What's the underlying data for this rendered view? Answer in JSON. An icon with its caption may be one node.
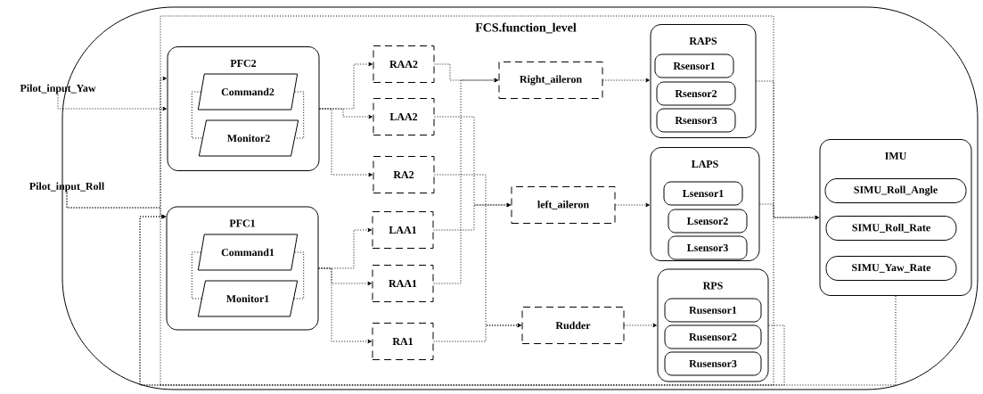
{
  "diagram": {
    "nodes": [
      {
        "text": [],
        "shape": "box"
      },
      {
        "text": [
          "FCS.function_level"
        ],
        "in": 0
      },
      {
        "text": [
          "Pilot_input_Yaw"
        ]
      },
      {
        "text": [
          "Pilot_input_Roll"
        ]
      },
      {
        "text": [
          "PFC2"
        ],
        "in": 1
      },
      {
        "text": [
          "Command2"
        ],
        "in": 4
      },
      {
        "text": [
          "Monitor2"
        ],
        "in": 4
      },
      {
        "text": [
          "PFC1"
        ],
        "in": 1
      },
      {
        "text": [
          "Command1"
        ],
        "in": 7
      },
      {
        "text": [
          "Monitor1"
        ],
        "in": 7
      },
      {
        "text": [
          "RAA2"
        ],
        "in": 1
      },
      {
        "text": [
          "LAA2"
        ],
        "in": 1
      },
      {
        "text": [
          "RA2"
        ],
        "in": 1
      },
      {
        "text": [
          "LAA1"
        ],
        "in": 1
      },
      {
        "text": [
          "RAA1"
        ],
        "in": 1
      },
      {
        "text": [
          "RA1"
        ],
        "in": 1
      },
      {
        "text": [
          "Right_aileron"
        ],
        "in": 1
      },
      {
        "text": [
          "left_aileron"
        ],
        "in": 1
      },
      {
        "text": [
          "Rudder"
        ],
        "in": 1
      },
      {
        "text": [
          "RAPS"
        ],
        "in": 1
      },
      {
        "text": [
          "Rsensor1"
        ],
        "in": 19
      },
      {
        "text": [
          "Rsensor2"
        ],
        "in": 19
      },
      {
        "text": [
          "Rsensor3"
        ],
        "in": 19
      },
      {
        "text": [
          "LAPS"
        ],
        "in": 1
      },
      {
        "text": [
          "Lsensor1"
        ],
        "in": 23
      },
      {
        "text": [
          "Lsensor2"
        ],
        "in": 23
      },
      {
        "text": [
          "Lsensor3"
        ],
        "in": 23
      },
      {
        "text": [
          "RPS"
        ],
        "in": 1
      },
      {
        "text": [
          "Rusensor1"
        ],
        "in": 27
      },
      {
        "text": [
          "Rusensor2"
        ],
        "in": 27
      },
      {
        "text": [
          "Rusensor3"
        ],
        "in": 27
      },
      {
        "text": [
          "IMU"
        ],
        "in": 0
      },
      {
        "text": [
          "SIMU_Roll_Angle"
        ],
        "in": 31
      },
      {
        "text": [
          "SIMU_Roll_Rate"
        ],
        "in": 31
      },
      {
        "text": [
          "SIMU_Yaw_Rate"
        ],
        "in": 31
      }
    ],
    "edges": [
      {
        "from": 2,
        "to": 4,
        "arrow": "to"
      },
      {
        "from": 3,
        "to": 4,
        "arrow": "to"
      },
      {
        "from": 3,
        "to": 7,
        "arrow": "to"
      },
      {
        "from": 5,
        "to": 6,
        "arrow": "none"
      },
      {
        "from": 5,
        "to": 6,
        "arrow": "none"
      },
      {
        "from": 8,
        "to": 9,
        "arrow": "none"
      },
      {
        "from": 8,
        "to": 9,
        "arrow": "none"
      },
      {
        "from": 4,
        "to": 10,
        "arrow": "to"
      },
      {
        "from": 4,
        "to": 11,
        "arrow": "to"
      },
      {
        "from": 4,
        "to": 12,
        "arrow": "to"
      },
      {
        "from": 7,
        "to": 13,
        "arrow": "to"
      },
      {
        "from": 7,
        "to": 14,
        "arrow": "to"
      },
      {
        "from": 7,
        "to": 15,
        "arrow": "to"
      },
      {
        "from": 10,
        "to": 16,
        "arrow": "to"
      },
      {
        "from": 14,
        "to": 16,
        "arrow": "to"
      },
      {
        "from": 11,
        "to": 17,
        "arrow": "to"
      },
      {
        "from": 13,
        "to": 17,
        "arrow": "to"
      },
      {
        "from": 12,
        "to": 18,
        "arrow": "to"
      },
      {
        "from": 15,
        "to": 18,
        "arrow": "to"
      },
      {
        "from": 16,
        "to": 19,
        "arrow": "to"
      },
      {
        "from": 17,
        "to": 23,
        "arrow": "to"
      },
      {
        "from": 18,
        "to": 27,
        "arrow": "to"
      },
      {
        "from": 19,
        "to": 31,
        "arrow": "to"
      },
      {
        "from": 23,
        "to": 31,
        "arrow": "to"
      },
      {
        "from": 27,
        "to": 7,
        "arrow": "to"
      },
      {
        "from": 31,
        "to": 7,
        "arrow": "to"
      }
    ]
  }
}
